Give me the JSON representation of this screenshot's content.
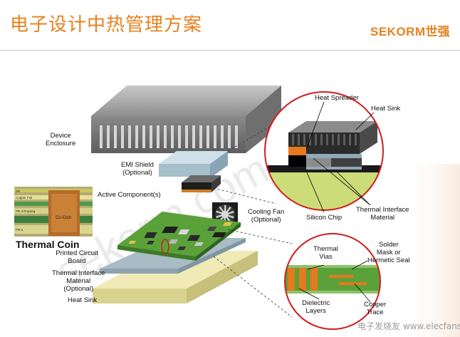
{
  "header": {
    "title": "电子设计中热管理方案",
    "brand_latin": "SEKORM",
    "brand_cn": "世强"
  },
  "diagram": {
    "layers": {
      "device_enclosure": "Device Enclosure",
      "emi_shield": "EMI Shield (Optional)",
      "active_component": "Active Component(s)",
      "cooling_fan": "Cooling Fan (Optional)",
      "pcb": "Printed Circuit Board",
      "tim": "Thermal Interface Material (Optional)",
      "heat_sink": "Heat Sink"
    },
    "coin": {
      "title": "Thermal Coin",
      "rows": [
        "SR",
        "Copper Foil",
        "FR-4 Prepreg",
        "FR-4"
      ],
      "coin_label": "Cu-Coin"
    },
    "detail_top": {
      "heat_spreader": "Heat Spreader",
      "heat_sink": "Heat Sink",
      "silicon_chip": "Silicon Chip",
      "tim": "Thermal Interface Material"
    },
    "detail_bottom": {
      "thermal_vias": "Thermal Vias",
      "solder_mask": "Solder Mask or Hermetic Seal",
      "dielectric": "Dielectric Layers",
      "copper": "Copper Trace"
    },
    "watermark": "sekorm.com",
    "footer_watermark": "电子发烧友  www.elecfans.com"
  },
  "colors": {
    "accent": "#e8801e",
    "pcb": "#5aa13a",
    "detail_border": "#d21c1c",
    "tim": "#8fa9b7",
    "heat_sink": "#e6e2a4"
  }
}
